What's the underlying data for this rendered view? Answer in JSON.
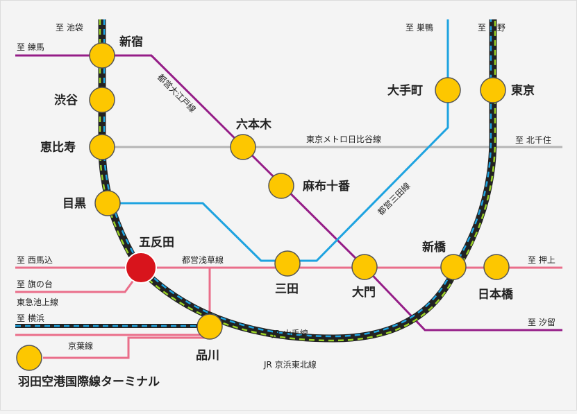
{
  "colors": {
    "background": "#f4f4f4",
    "station_fill": "#fdc700",
    "station_stroke": "#555555",
    "origin_station": "#d8141c",
    "yamanote_base": "#222222",
    "yamanote_dash": "#9ad127",
    "keihin_dash": "#1ea3e0",
    "oedo": "#951d87",
    "mita": "#1ea3e0",
    "hibiya": "#b5b5b5",
    "asakusa": "#ea6e8a",
    "ikegami": "#ea6e8a",
    "keikyu": "#ea6e8a",
    "keiyo": "#ea6e8a"
  },
  "stations": {
    "shinjuku": "新宿",
    "shibuya": "渋谷",
    "ebisu": "恵比寿",
    "meguro": "目黒",
    "gotanda": "五反田",
    "shinagawa": "品川",
    "roppongi": "六本木",
    "azabujuban": "麻布十番",
    "mita": "三田",
    "daimon": "大門",
    "shimbashi": "新橋",
    "nihombashi": "日本橋",
    "otemachi": "大手町",
    "tokyo": "東京",
    "haneda": "羽田空港国際線ターミナル"
  },
  "directions": {
    "ikebukuro": "至 池袋",
    "nerima": "至 練馬",
    "sugamo": "至 巣鴨",
    "ueno": "至 上野",
    "kitasenju": "至 北千住",
    "oshiage": "至 押上",
    "shiodome": "至 汐留",
    "nishimagome": "至 西馬込",
    "hatanodai": "至 旗の台",
    "yokohama": "至 横浜"
  },
  "lines": {
    "oedo": "都営大江戸線",
    "mita": "都営三田線",
    "hibiya": "東京メトロ日比谷線",
    "asakusa": "都営浅草線",
    "ikegami": "東急池上線",
    "keiyo": "京葉線",
    "yamanote": "JR 山手線",
    "keihin": "JR 京浜東北線"
  }
}
